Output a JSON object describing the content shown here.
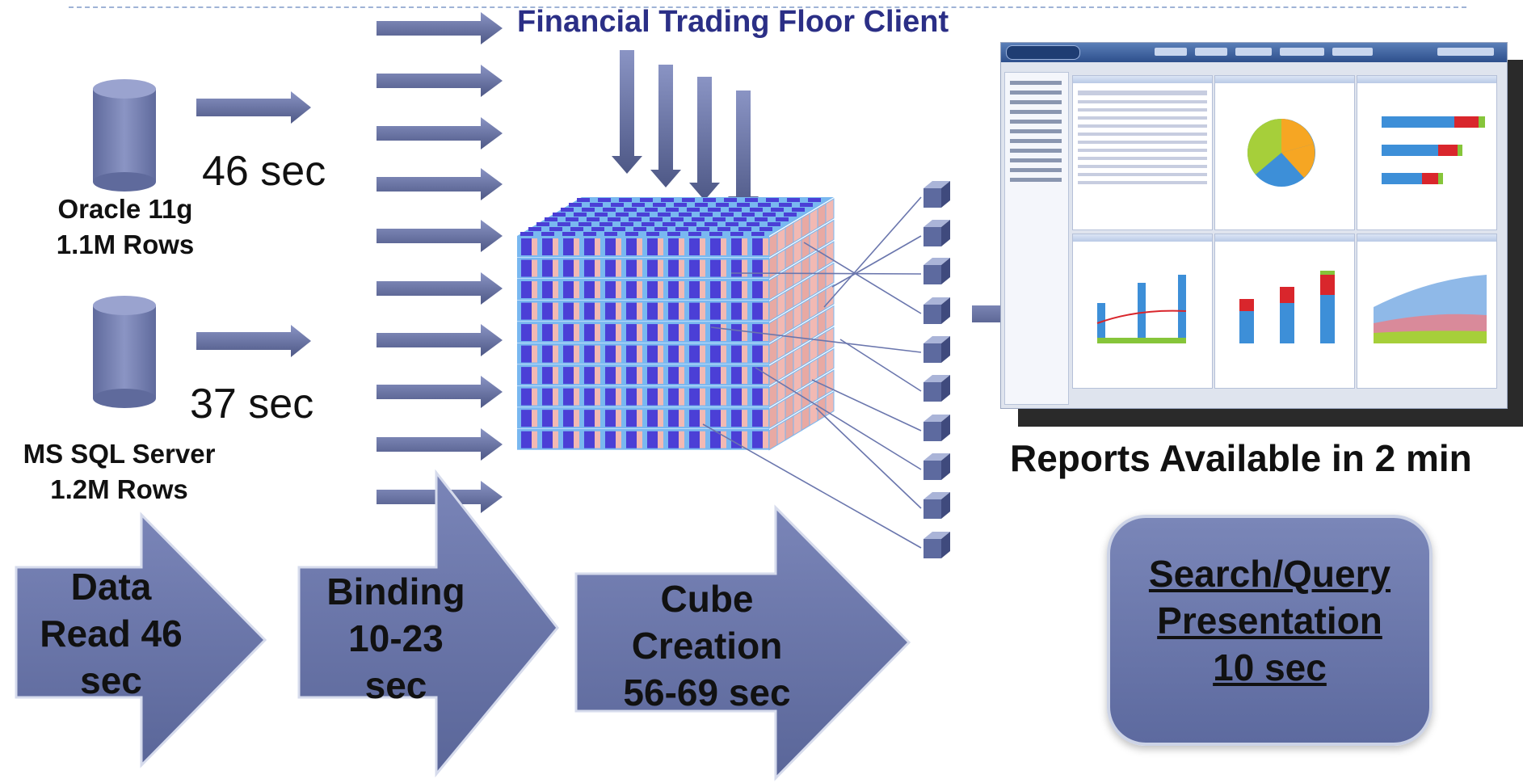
{
  "title": "Financial Trading Floor Client",
  "sources": [
    {
      "time": "46 sec",
      "name": "Oracle 11g",
      "rows": "1.1M Rows"
    },
    {
      "time": "37 sec",
      "name": "MS SQL Server",
      "rows": "1.2M Rows"
    }
  ],
  "steps": [
    {
      "line1": "Data",
      "line2": "Read 46",
      "line3": "sec"
    },
    {
      "line1": "Binding",
      "line2": "10-23",
      "line3": "sec"
    },
    {
      "line1": "Cube",
      "line2": "Creation",
      "line3": "56-69 sec"
    }
  ],
  "reports_caption": "Reports Available in 2 min",
  "search_box": {
    "line1": "Search/Query",
    "line2": "Presentation",
    "line3": "10 sec"
  },
  "colors": {
    "arrow": "#6b76a8",
    "arrow_dark": "#4b5585",
    "cube_blue": "#4b3fd6",
    "cube_pink": "#f2b9b3",
    "cube_edge": "#79b8f0",
    "title": "#2b2f86"
  }
}
